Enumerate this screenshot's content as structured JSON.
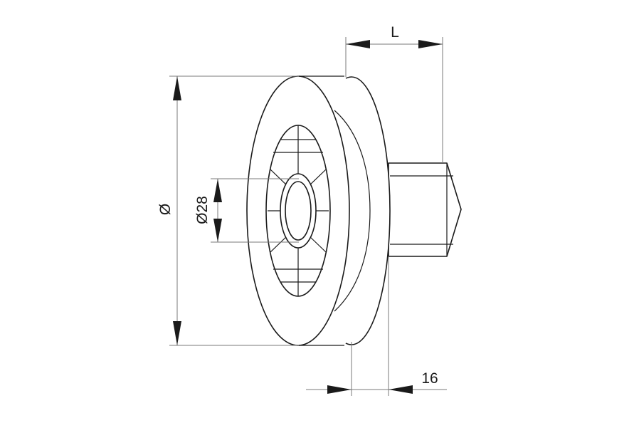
{
  "diagram": {
    "labels": {
      "length": "L",
      "diameter": "Ø",
      "bore_diameter": "Ø28",
      "width": "16"
    }
  }
}
